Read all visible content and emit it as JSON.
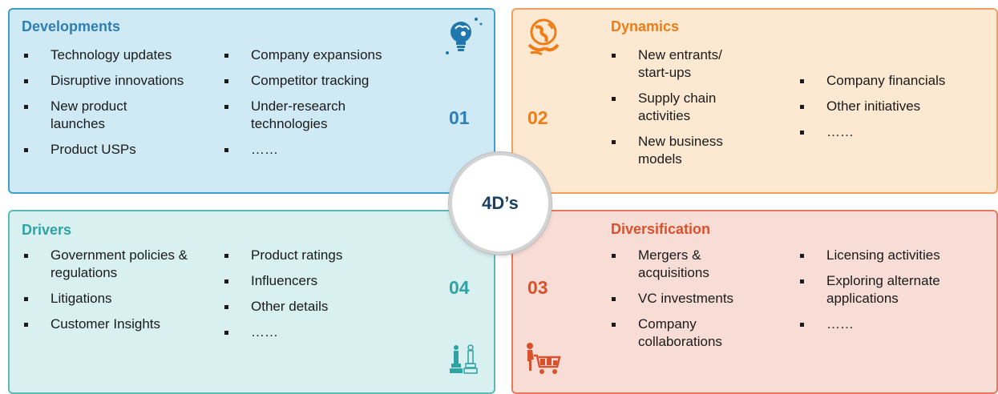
{
  "center": {
    "label": "4D’s"
  },
  "developments": {
    "title": "Developments",
    "number": "01",
    "col1": [
      "Technology updates",
      "Disruptive innovations",
      "New product launches",
      "Product USPs"
    ],
    "col2": [
      "Company expansions",
      "Competitor tracking",
      "Under-research technologies",
      "……"
    ],
    "icon": "lightbulb-brain-icon",
    "color": "#2e7fb3"
  },
  "dynamics": {
    "title": "Dynamics",
    "number": "02",
    "col1": [
      "New entrants/ start-ups",
      "Supply chain activities",
      "New business models"
    ],
    "col2": [
      "Company financials",
      "Other initiatives",
      "……"
    ],
    "icon": "globe-hands-icon",
    "color": "#ef7d16"
  },
  "diversification": {
    "title": "Diversification",
    "number": "03",
    "col1": [
      "Mergers & acquisitions",
      "VC investments",
      "Company collaborations"
    ],
    "col2": [
      "Licensing activities",
      "Exploring alternate applications",
      "……"
    ],
    "icon": "shopping-cart-person-icon",
    "color": "#d9512c"
  },
  "drivers": {
    "title": "Drivers",
    "number": "04",
    "col1": [
      "Government policies & regulations",
      "Litigations",
      "Customer Insights"
    ],
    "col2": [
      "Product ratings",
      "Influencers",
      "Other details",
      "……"
    ],
    "icon": "chess-pieces-icon",
    "color": "#2fa3a3"
  }
}
